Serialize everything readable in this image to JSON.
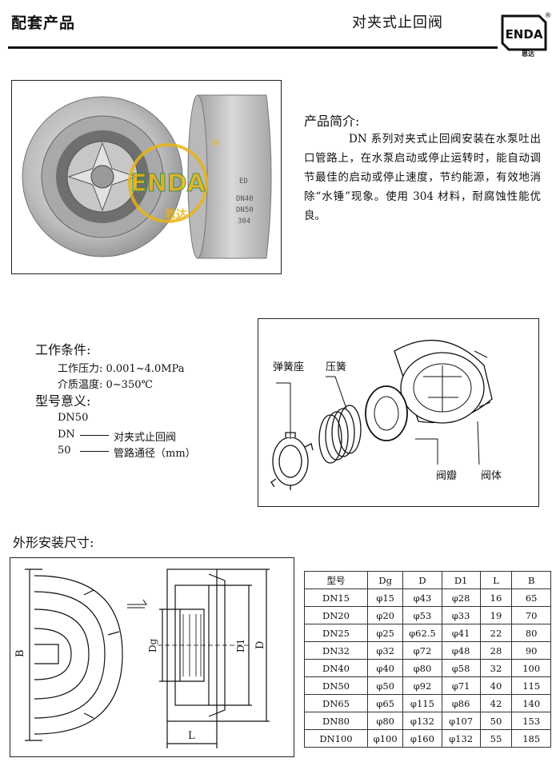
{
  "header": {
    "left_title": "配套产品",
    "center_title": "对夹式止回阀",
    "logo_text": "ENDA",
    "logo_subtext": "恩达",
    "registered_mark": "®"
  },
  "intro": {
    "title": "产品简介:",
    "text": "DN 系列对夹式止回阀安装在水泵吐出口管路上，在水泵启动或停止运转时，能自动调节最佳的启动或停止速度，节约能源，有效地消除“水锤”现象。使用 304 材料，耐腐蚀性能优良。"
  },
  "conditions": {
    "title": "工作条件:",
    "pressure": "工作压力: 0.001~4.0MPa",
    "temperature": "介质温度: 0~350℃",
    "model_title": "型号意义:",
    "model_example": "DN50",
    "model_dn_code": "DN",
    "model_dn_desc": "对夹式止回阀",
    "model_50_code": "50",
    "model_50_desc": "管路通径（mm）"
  },
  "exploded": {
    "label_spring_seat": "弹簧座",
    "label_spring": "压簧",
    "label_disc": "阀瓣",
    "label_body": "阀体"
  },
  "photo": {
    "casting_text_1": "ED",
    "casting_text_2": "DN40",
    "casting_text_3": "DN50",
    "casting_text_4": "304"
  },
  "dimensions": {
    "title": "外形安装尺寸:",
    "label_B": "B",
    "label_Dg": "Dg",
    "label_D1": "D1",
    "label_D": "D",
    "label_L": "L",
    "table": {
      "headers": [
        "型号",
        "Dg",
        "D",
        "D1",
        "L",
        "B"
      ],
      "rows": [
        [
          "DN15",
          "φ15",
          "φ43",
          "φ28",
          "16",
          "65"
        ],
        [
          "DN20",
          "φ20",
          "φ53",
          "φ33",
          "19",
          "70"
        ],
        [
          "DN25",
          "φ25",
          "φ62.5",
          "φ41",
          "22",
          "80"
        ],
        [
          "DN32",
          "φ32",
          "φ72",
          "φ48",
          "28",
          "90"
        ],
        [
          "DN40",
          "φ40",
          "φ80",
          "φ58",
          "32",
          "100"
        ],
        [
          "DN50",
          "φ50",
          "φ92",
          "φ71",
          "40",
          "115"
        ],
        [
          "DN65",
          "φ65",
          "φ115",
          "φ86",
          "42",
          "140"
        ],
        [
          "DN80",
          "φ80",
          "φ132",
          "φ107",
          "50",
          "153"
        ],
        [
          "DN100",
          "φ100",
          "φ160",
          "φ132",
          "55",
          "185"
        ]
      ]
    }
  },
  "colors": {
    "logo_gold": "#e8b418",
    "logo_green": "#2e8b3c",
    "metal_light": "#d6d6d6",
    "metal_dark": "#8a8a8a"
  }
}
